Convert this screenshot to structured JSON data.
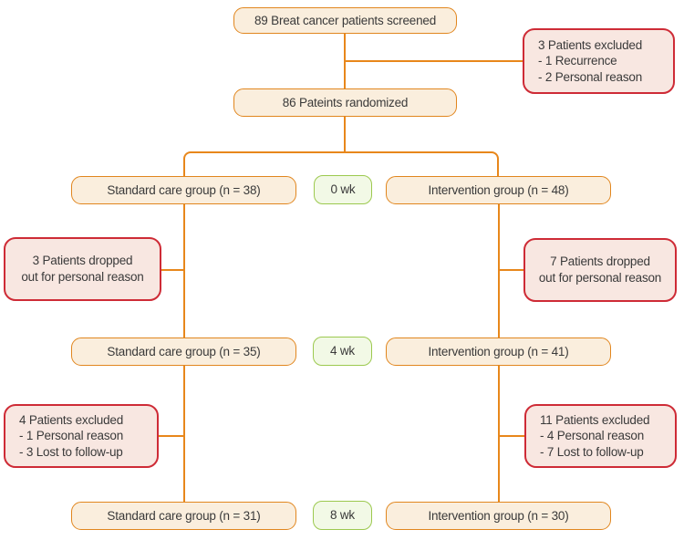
{
  "colors": {
    "orange-border": "#e1861e",
    "orange-fill": "#faeedd",
    "red-border": "#ce2b36",
    "red-fill": "#f8e7e1",
    "green-border": "#9cc94f",
    "green-fill": "#f2f9e6",
    "line": "#e8871b",
    "text": "#3a3a3a"
  },
  "flow": {
    "screened": "89 Breat cancer patients screened",
    "randomized": "86 Pateints randomized",
    "excluded_after_screening": [
      "3 Patients excluded",
      "- 1 Recurrence",
      "- 2 Personal reason"
    ],
    "timepoints": [
      "0 wk",
      "4 wk",
      "8 wk"
    ],
    "standard_care": [
      "Standard care group (n = 38)",
      "Standard care group (n = 35)",
      "Standard care group (n = 31)"
    ],
    "intervention": [
      "Intervention group (n = 48)",
      "Intervention group (n = 41)",
      "Intervention group (n = 30)"
    ],
    "standard_dropout": [
      "3 Patients dropped",
      "out for personal reason"
    ],
    "intervention_dropout": [
      "7 Patients dropped",
      "out for personal reason"
    ],
    "standard_excluded": [
      "4 Patients excluded",
      "- 1 Personal reason",
      "- 3 Lost to follow-up"
    ],
    "intervention_excluded": [
      "11 Patients excluded",
      "- 4 Personal reason",
      "- 7 Lost to follow-up"
    ]
  }
}
